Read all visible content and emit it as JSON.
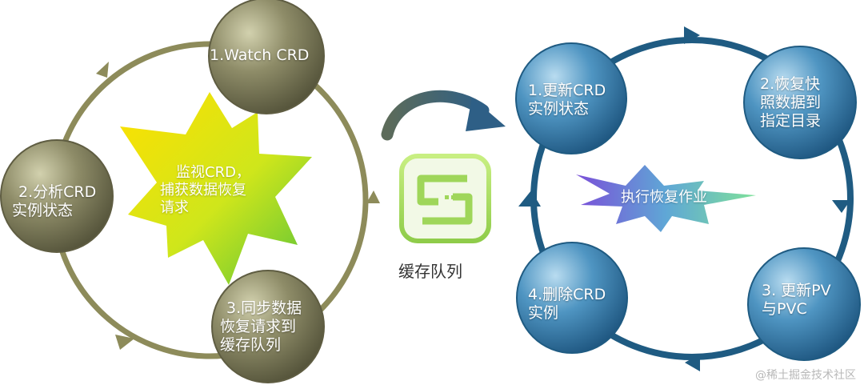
{
  "left_cycle": {
    "nodes": [
      {
        "id": "watch",
        "lines": [
          "1.Watch CRD"
        ]
      },
      {
        "id": "analyze",
        "lines": [
          "2.分析CRD",
          "实例状态"
        ]
      },
      {
        "id": "sync",
        "lines": [
          "3.同步数据",
          "恢复请求到",
          "缓存队列"
        ]
      }
    ],
    "center": {
      "lines": [
        "监视CRD，",
        "捕获数据恢复",
        "请求"
      ]
    }
  },
  "queue": {
    "label": "缓存队列",
    "icon": "message-queue-icon"
  },
  "right_cycle": {
    "nodes": [
      {
        "id": "update-crd",
        "lines": [
          "1.更新CRD",
          "实例状态"
        ]
      },
      {
        "id": "restore",
        "lines": [
          "2.恢复快",
          "照数据到",
          "指定目录"
        ]
      },
      {
        "id": "update-pv",
        "lines": [
          "3. 更新PV",
          "与PVC"
        ]
      },
      {
        "id": "delete-crd",
        "lines": [
          "4.删除CRD",
          "实例"
        ]
      }
    ],
    "center": {
      "lines": [
        "执行恢复作业"
      ]
    }
  },
  "watermark": "@稀土掘金技术社区",
  "colors": {
    "left_ring": "#8d8b5a",
    "left_node": "#8c8a66",
    "right_ring": "#1f5b82",
    "right_node": "#4d93bf",
    "queue_icon": "#9fd65a"
  }
}
